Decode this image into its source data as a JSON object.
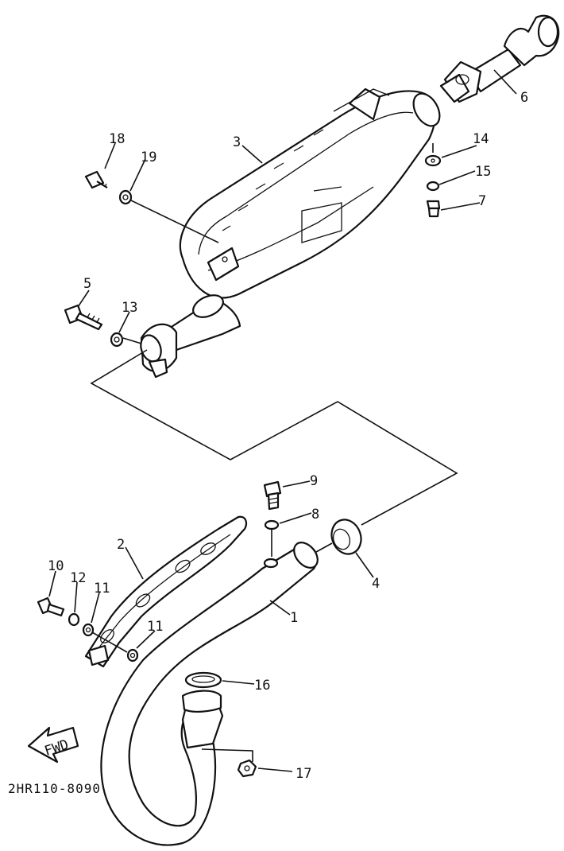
{
  "diagram": {
    "drawing_code": "2HR110-8090",
    "direction_label": "FWD",
    "callouts": [
      "1",
      "2",
      "3",
      "4",
      "5",
      "6",
      "7",
      "8",
      "9",
      "10",
      "11",
      "11",
      "12",
      "13",
      "14",
      "15",
      "16",
      "17",
      "18",
      "19"
    ]
  }
}
